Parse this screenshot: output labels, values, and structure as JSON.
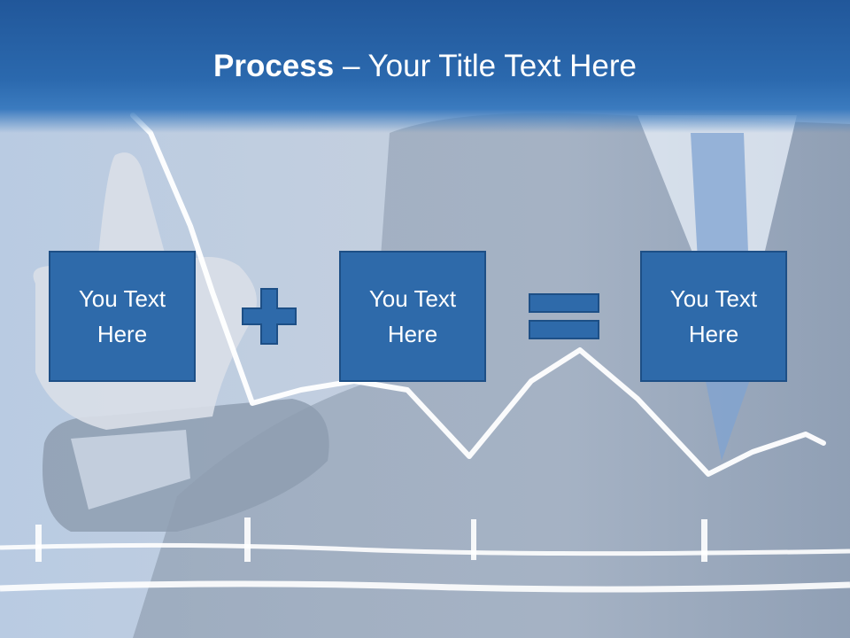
{
  "title": {
    "bold": "Process",
    "rest": " – Your Title Text Here"
  },
  "boxes": [
    {
      "text": "You Text Here"
    },
    {
      "text": "You Text Here"
    },
    {
      "text": "You Text Here"
    }
  ],
  "operators": [
    "plus",
    "equals"
  ],
  "colors": {
    "title_band": "#2b69ae",
    "box_fill": "#2e6aaa",
    "box_border": "#1d4f86",
    "text": "#ffffff"
  }
}
